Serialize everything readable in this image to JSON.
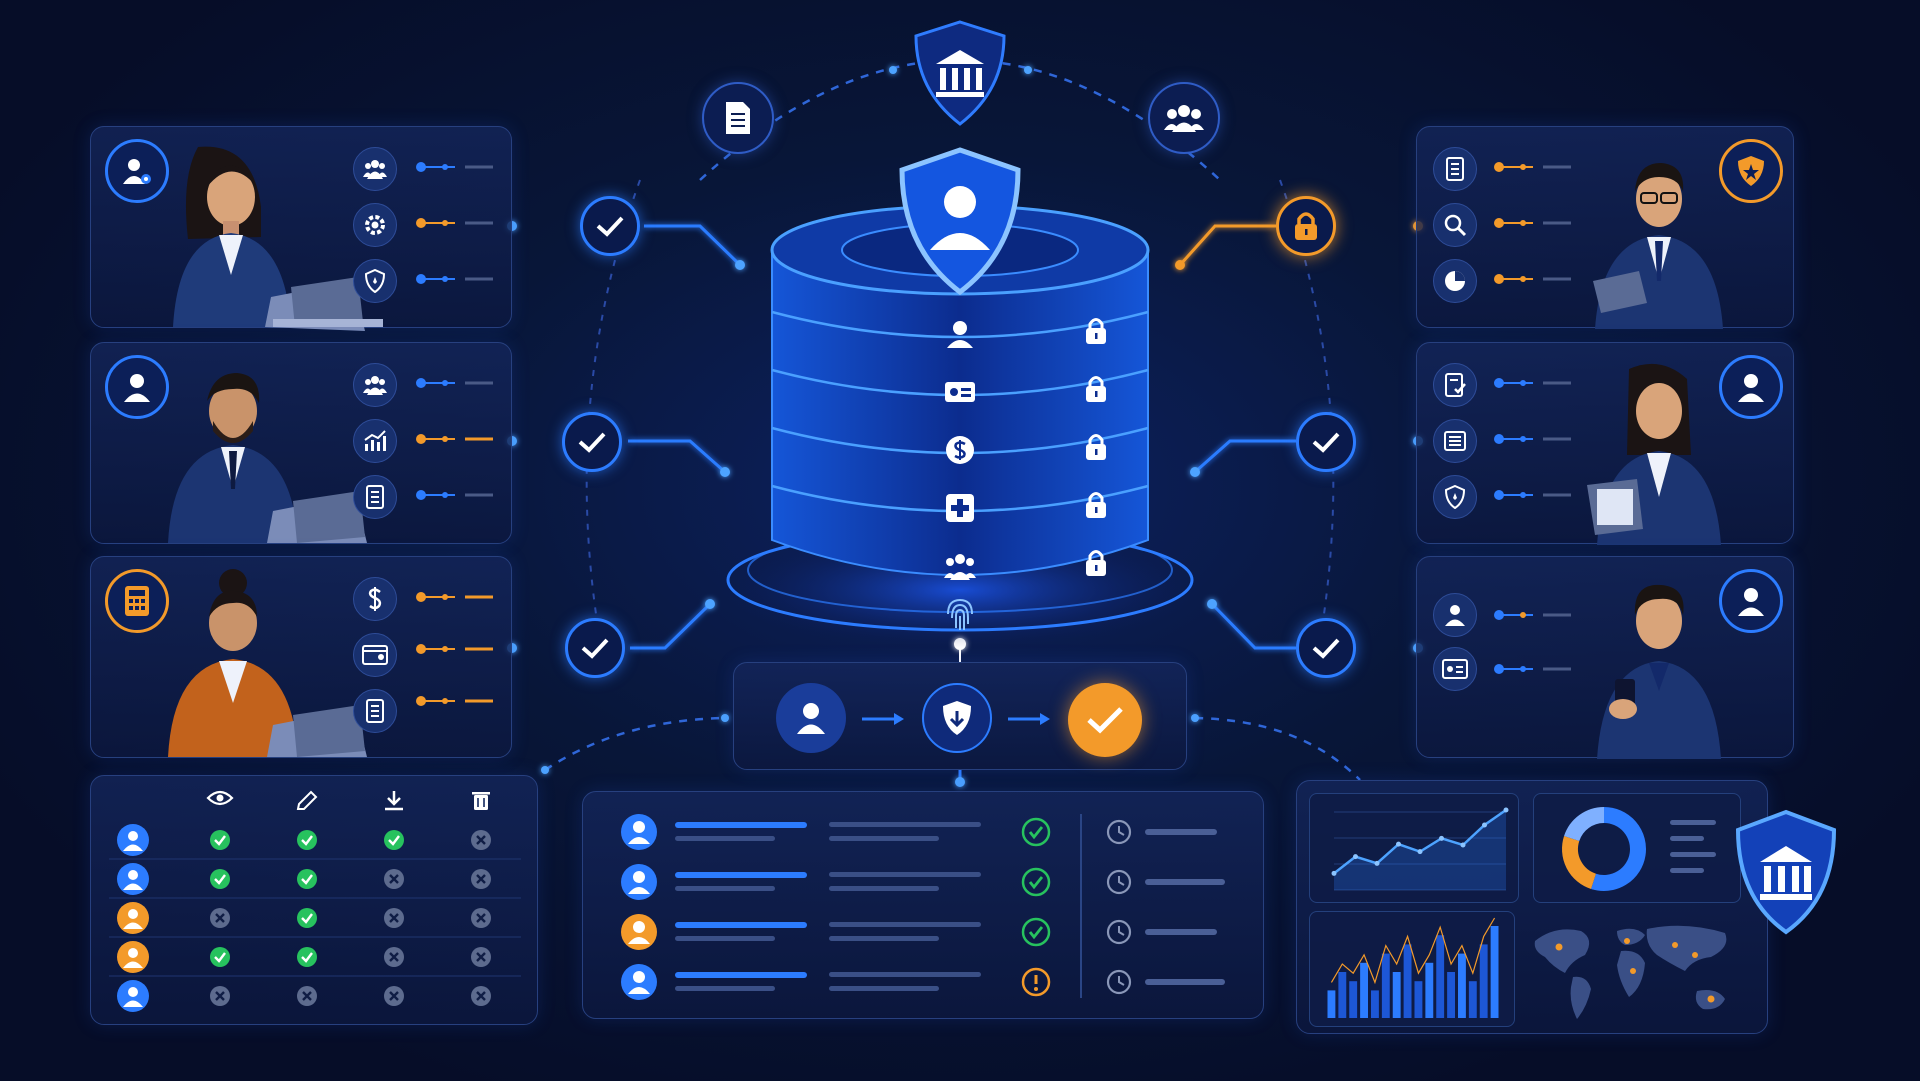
{
  "colors": {
    "background": "#070f2e",
    "accent_blue": "#2c7cff",
    "accent_orange": "#f39a2a",
    "success_green": "#27c25e",
    "muted_gray": "#5d6b8e",
    "card_border": "#27407f"
  },
  "left_cards": [
    {
      "badge_icon": "user-settings-icon",
      "badge_color": "#2c7cff",
      "person": "woman-laptop",
      "tiles": [
        "team-icon",
        "gear-icon",
        "shield-icon"
      ],
      "dot_colors": [
        "#2c7cff",
        "#f39a2a",
        "#2c7cff"
      ]
    },
    {
      "badge_icon": "user-icon",
      "badge_color": "#2c7cff",
      "person": "man-laptop",
      "tiles": [
        "team-icon",
        "growth-chart-icon",
        "document-icon"
      ],
      "dot_colors": [
        "#2c7cff",
        "#f39a2a",
        "#2c7cff"
      ]
    },
    {
      "badge_icon": "calculator-icon",
      "badge_color": "#f39a2a",
      "person": "woman-laptop-orange",
      "tiles": [
        "dollar-icon",
        "id-card-icon",
        "document-icon"
      ],
      "dot_colors": [
        "#f39a2a",
        "#f39a2a",
        "#f39a2a"
      ]
    }
  ],
  "right_cards": [
    {
      "badge_icon": "shield-star-icon",
      "badge_color": "#f39a2a",
      "person": "man-tablet",
      "tiles": [
        "document-icon",
        "search-icon",
        "pie-chart-icon"
      ],
      "dot_colors": [
        "#f39a2a",
        "#f39a2a",
        "#f39a2a"
      ]
    },
    {
      "badge_icon": "user-icon",
      "badge_color": "#2c7cff",
      "person": "woman-clipboard",
      "tiles": [
        "checklist-icon",
        "list-icon",
        "shield-icon"
      ],
      "dot_colors": [
        "#2c7cff",
        "#2c7cff",
        "#2c7cff"
      ]
    },
    {
      "badge_icon": "user-icon",
      "badge_color": "#2c7cff",
      "person": "man-phone",
      "tiles": [
        "user-icon",
        "id-card-icon"
      ],
      "dot_colors": [
        "#f39a2a",
        "#2c7cff"
      ]
    }
  ],
  "top_nodes": [
    "document-icon",
    "bank-icon",
    "team-icon"
  ],
  "database": {
    "shield_icon": "user-shield-icon",
    "rows": [
      "user-icon",
      "id-card-icon",
      "dollar-icon",
      "medical-cross-icon",
      "team-icon"
    ],
    "lock_icon": "lock-icon",
    "base_icon": "fingerprint-icon"
  },
  "access_flow": {
    "steps": [
      "user-icon",
      "shield-icon",
      "check-icon"
    ],
    "step_colors": [
      "#2c7cff",
      "#2c7cff",
      "#f39a2a"
    ]
  },
  "permission_matrix": {
    "columns": [
      "view-icon",
      "edit-icon",
      "download-icon",
      "delete-icon"
    ],
    "rows": [
      {
        "role_color": "#2c7cff",
        "perms": [
          true,
          true,
          true,
          false
        ]
      },
      {
        "role_color": "#2c7cff",
        "perms": [
          true,
          true,
          false,
          false
        ]
      },
      {
        "role_color": "#f39a2a",
        "perms": [
          false,
          true,
          false,
          false
        ]
      },
      {
        "role_color": "#f39a2a",
        "perms": [
          true,
          true,
          false,
          false
        ]
      },
      {
        "role_color": "#2c7cff",
        "perms": [
          false,
          false,
          false,
          false
        ]
      }
    ]
  },
  "activity_log": [
    {
      "avatar_color": "#2c7cff",
      "status": "approved"
    },
    {
      "avatar_color": "#2c7cff",
      "status": "approved"
    },
    {
      "avatar_color": "#f39a2a",
      "status": "approved"
    },
    {
      "avatar_color": "#2c7cff",
      "status": "warning"
    }
  ],
  "analytics": {
    "line_series": [
      2,
      4,
      3.2,
      5.5,
      4.6,
      6.2,
      5.4,
      7.8,
      9.6
    ],
    "bar_series": [
      3,
      5,
      4,
      6,
      3,
      7,
      5,
      8,
      4,
      6,
      9,
      5,
      7,
      4,
      8,
      10
    ],
    "donut_shares": [
      0.55,
      0.25,
      0.2
    ],
    "donut_colors": [
      "#2c7cff",
      "#f39a2a",
      "#7fb0ff"
    ]
  }
}
